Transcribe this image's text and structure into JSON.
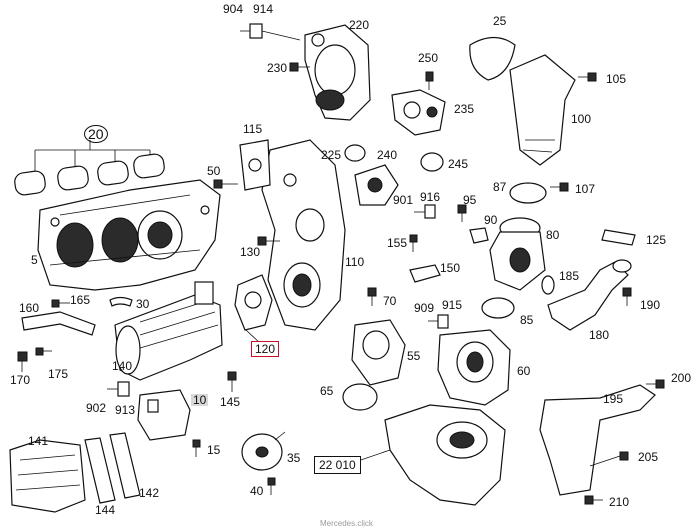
{
  "watermark": "Mercedes.click",
  "callouts": {
    "c904": "904",
    "c914": "914",
    "c220": "220",
    "c230": "230",
    "c25": "25",
    "c250": "250",
    "c105": "105",
    "c235": "235",
    "c100": "100",
    "c115": "115",
    "c20": "20",
    "c225": "225",
    "c240": "240",
    "c245": "245",
    "c50": "50",
    "c87": "87",
    "c107": "107",
    "c901": "901",
    "c916": "916",
    "c95": "95",
    "c90": "90",
    "c80": "80",
    "c125": "125",
    "c155": "155",
    "c130": "130",
    "c110": "110",
    "c5": "5",
    "c150": "150",
    "c185": "185",
    "c160": "160",
    "c165": "165",
    "c30": "30",
    "c70": "70",
    "c909": "909",
    "c915": "915",
    "c190": "190",
    "c85": "85",
    "c120": "120",
    "c180": "180",
    "c55": "55",
    "c140": "140",
    "c170": "170",
    "c175": "175",
    "c60": "60",
    "c200": "200",
    "c65": "65",
    "c902": "902",
    "c913": "913",
    "c10": "10",
    "c145": "145",
    "c195": "195",
    "c141": "141",
    "c15": "15",
    "c35": "35",
    "c22010": "22 010",
    "c205": "205",
    "c142": "142",
    "c40": "40",
    "c144": "144",
    "c210": "210"
  }
}
